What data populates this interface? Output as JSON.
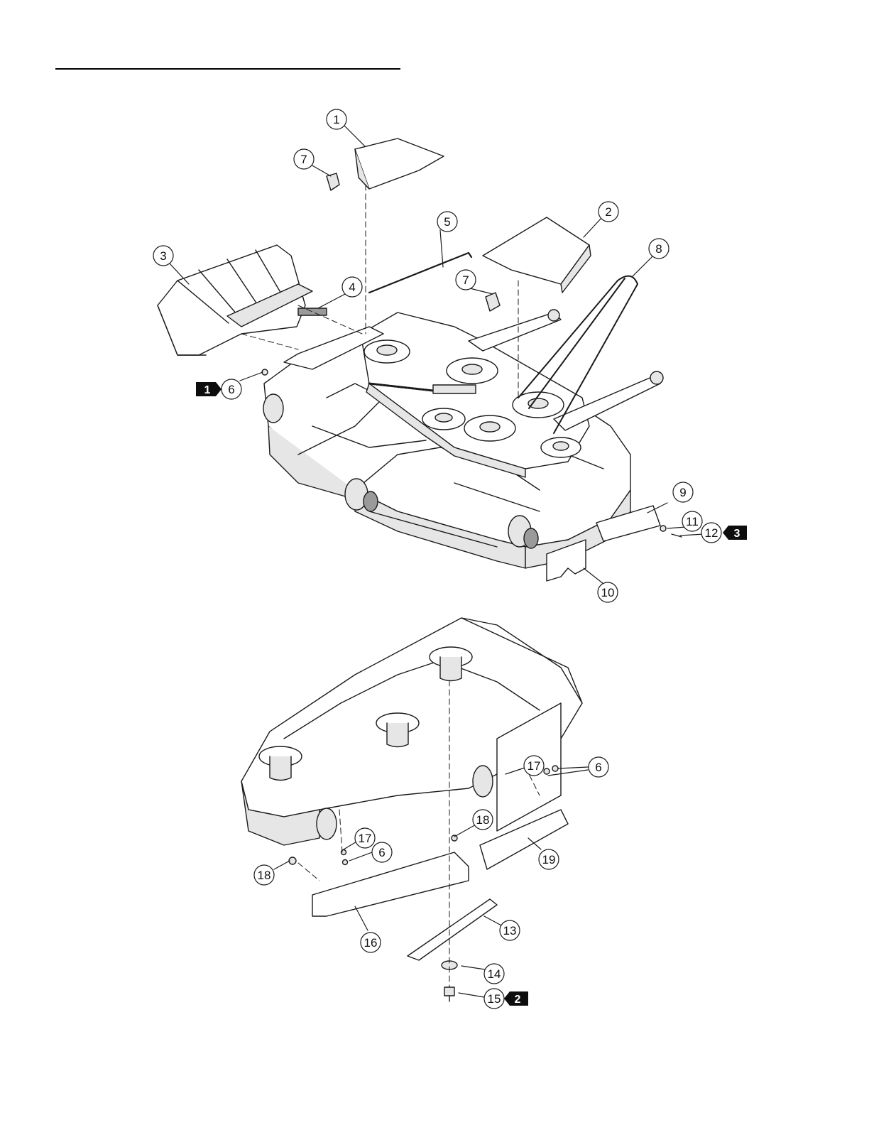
{
  "colors": {
    "line": "#1a1a1a",
    "fill": "#ffffff",
    "shade": "#e6e6e6",
    "dark": "#9a9a9a",
    "flag": "#0d0d0d"
  },
  "callouts": [
    {
      "id": "c1",
      "label": "1"
    },
    {
      "id": "c2",
      "label": "2"
    },
    {
      "id": "c3",
      "label": "3"
    },
    {
      "id": "c4",
      "label": "4"
    },
    {
      "id": "c5",
      "label": "5"
    },
    {
      "id": "c6a",
      "label": "6"
    },
    {
      "id": "c7a",
      "label": "7"
    },
    {
      "id": "c7b",
      "label": "7"
    },
    {
      "id": "c8",
      "label": "8"
    },
    {
      "id": "c9",
      "label": "9"
    },
    {
      "id": "c10",
      "label": "10"
    },
    {
      "id": "c11",
      "label": "11"
    },
    {
      "id": "c12",
      "label": "12"
    },
    {
      "id": "c6b",
      "label": "6"
    },
    {
      "id": "c17a",
      "label": "17"
    },
    {
      "id": "c18a",
      "label": "18"
    },
    {
      "id": "c19",
      "label": "19"
    },
    {
      "id": "c17b",
      "label": "17"
    },
    {
      "id": "c6c",
      "label": "6"
    },
    {
      "id": "c18b",
      "label": "18"
    },
    {
      "id": "c16",
      "label": "16"
    },
    {
      "id": "c13",
      "label": "13"
    },
    {
      "id": "c14",
      "label": "14"
    },
    {
      "id": "c15",
      "label": "15"
    }
  ],
  "flags": [
    {
      "id": "f1",
      "label": "1"
    },
    {
      "id": "f3",
      "label": "3"
    },
    {
      "id": "f2",
      "label": "2"
    }
  ]
}
